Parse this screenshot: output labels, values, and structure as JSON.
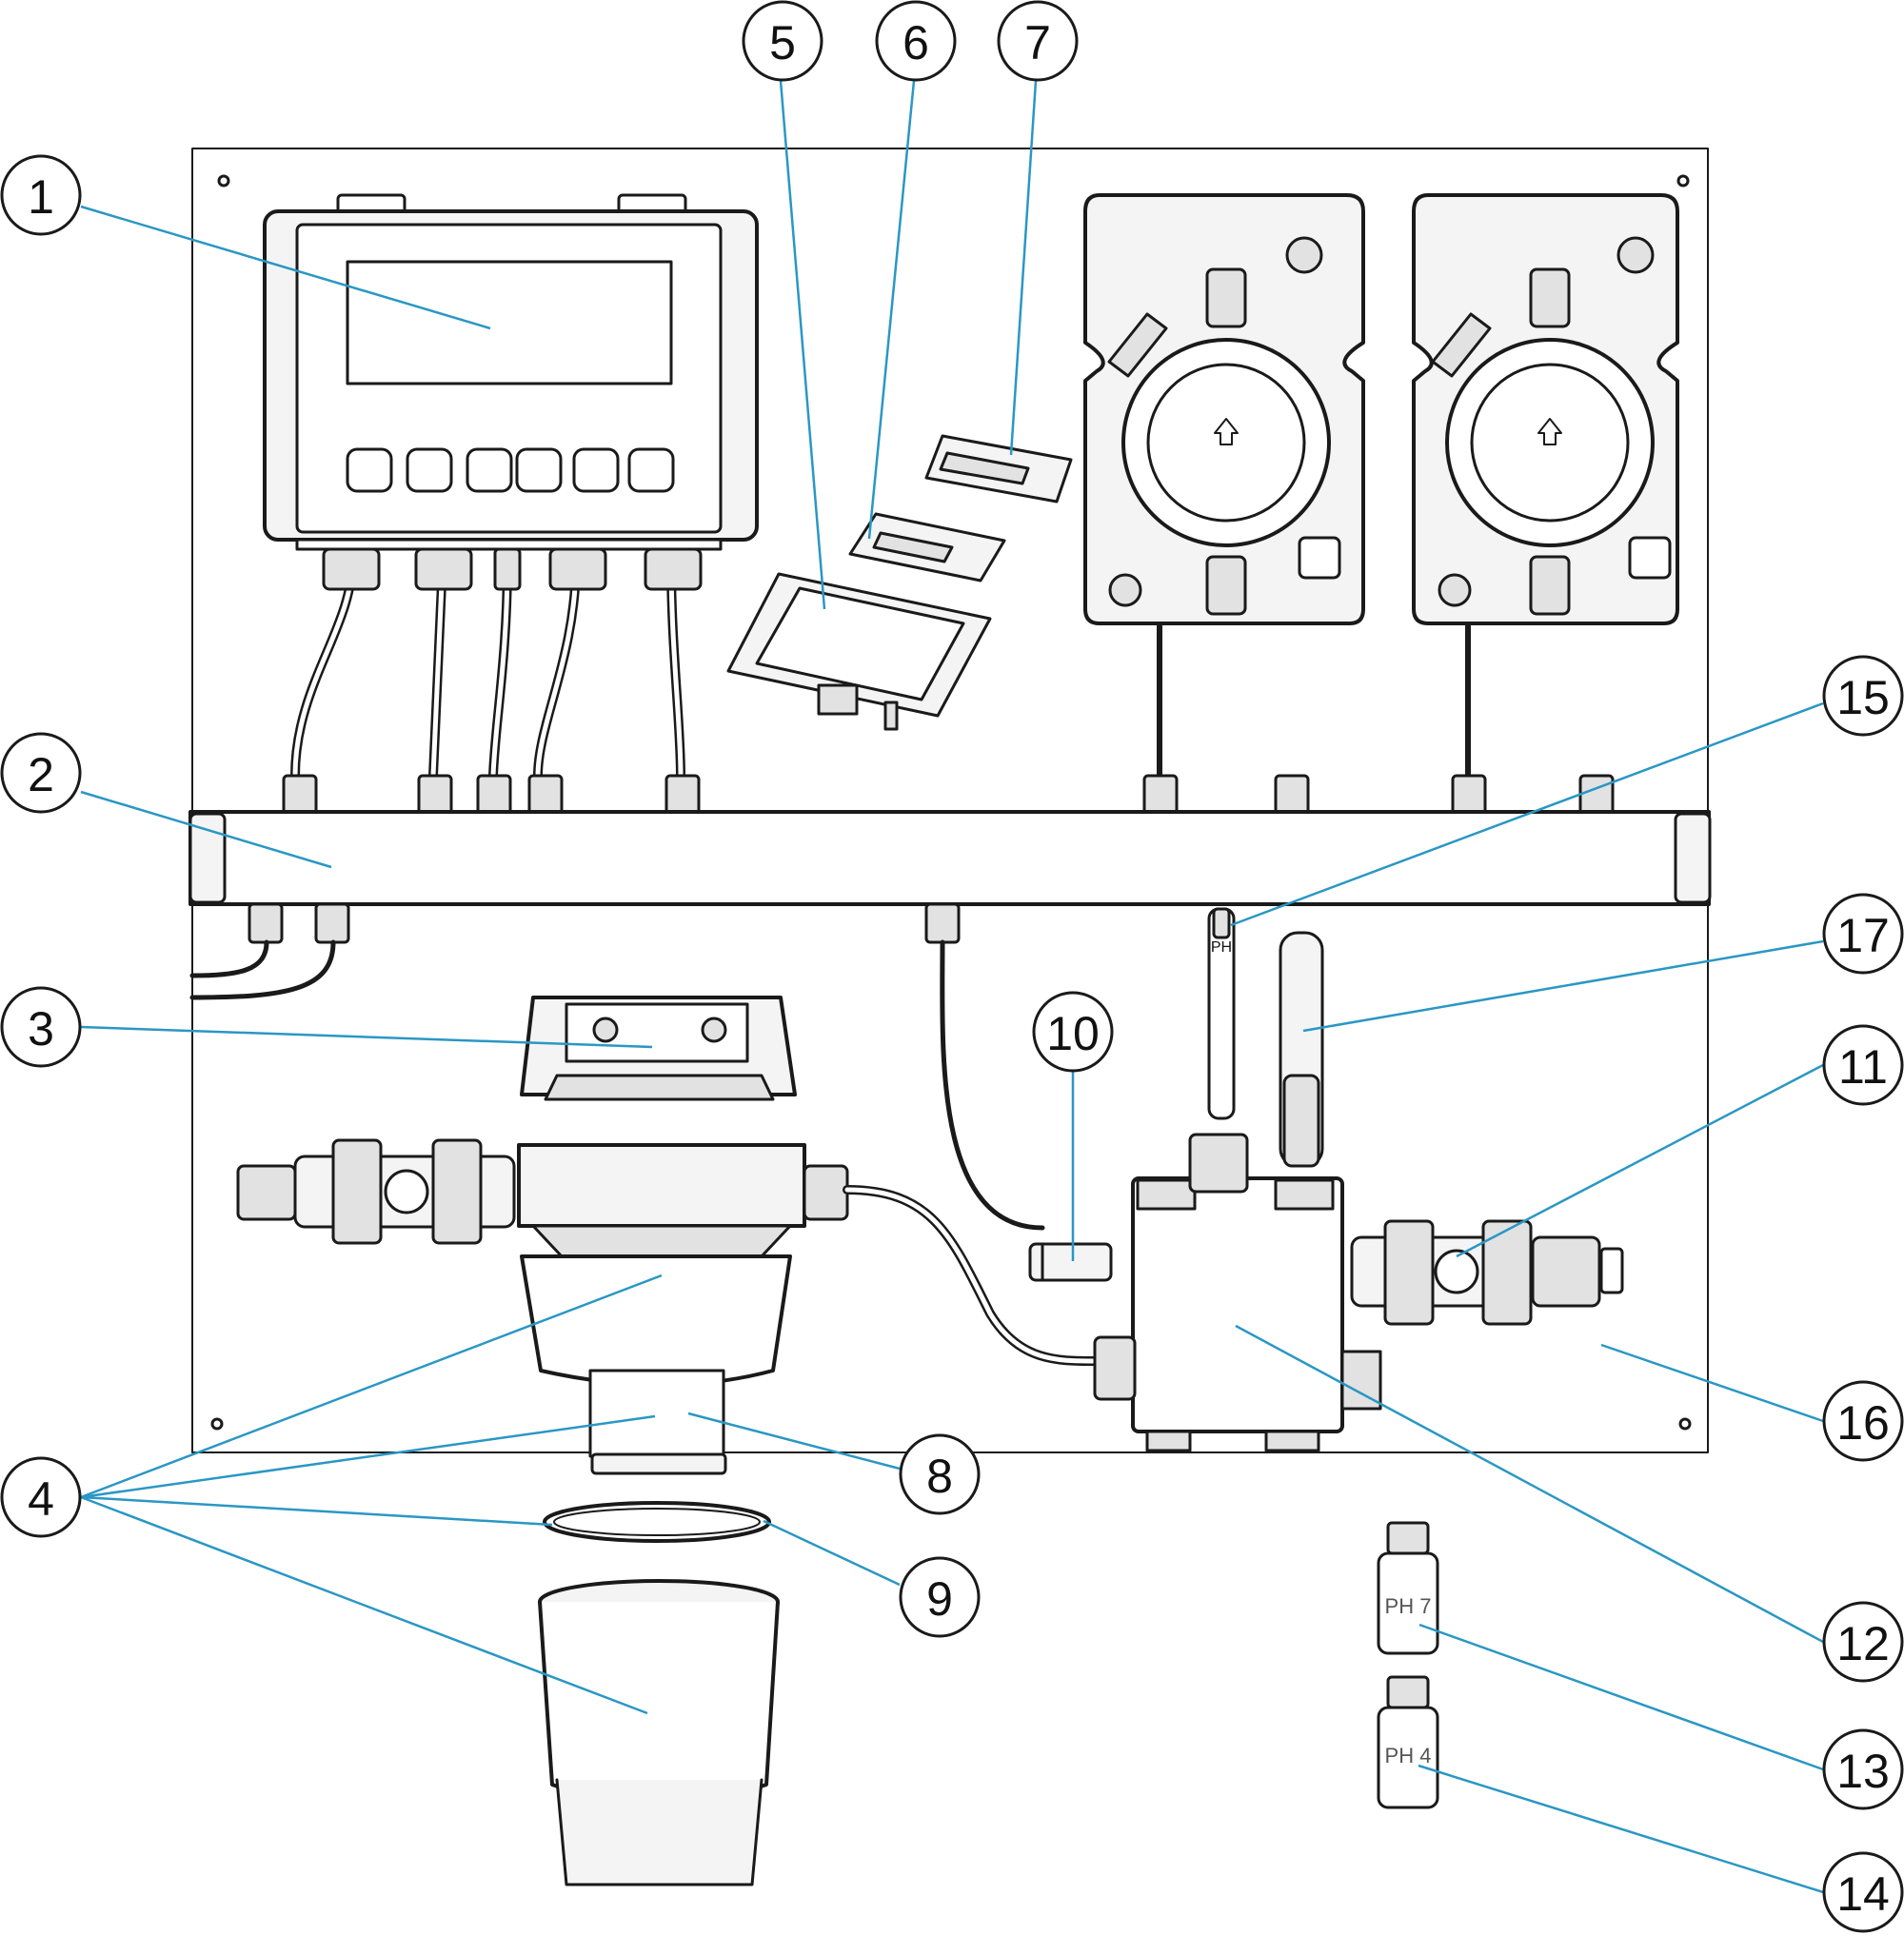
{
  "colors": {
    "leader": "#2a97c4",
    "line": "#1a1a1a",
    "fill_light": "#f4f4f4",
    "fill_mid": "#e2e2e2",
    "fill_dark": "#bcbcbc",
    "background": "#ffffff"
  },
  "callouts": [
    {
      "id": "1",
      "label": "1"
    },
    {
      "id": "2",
      "label": "2"
    },
    {
      "id": "3",
      "label": "3"
    },
    {
      "id": "4",
      "label": "4"
    },
    {
      "id": "5",
      "label": "5"
    },
    {
      "id": "6",
      "label": "6"
    },
    {
      "id": "7",
      "label": "7"
    },
    {
      "id": "8",
      "label": "8"
    },
    {
      "id": "9",
      "label": "9"
    },
    {
      "id": "10",
      "label": "10"
    },
    {
      "id": "11",
      "label": "11"
    },
    {
      "id": "12",
      "label": "12"
    },
    {
      "id": "13",
      "label": "13"
    },
    {
      "id": "14",
      "label": "14"
    },
    {
      "id": "15",
      "label": "15"
    },
    {
      "id": "16",
      "label": "16"
    },
    {
      "id": "17",
      "label": "17"
    }
  ],
  "bottles": {
    "ph7": "PH 7",
    "ph4": "PH 4"
  },
  "probe_label": "PH"
}
